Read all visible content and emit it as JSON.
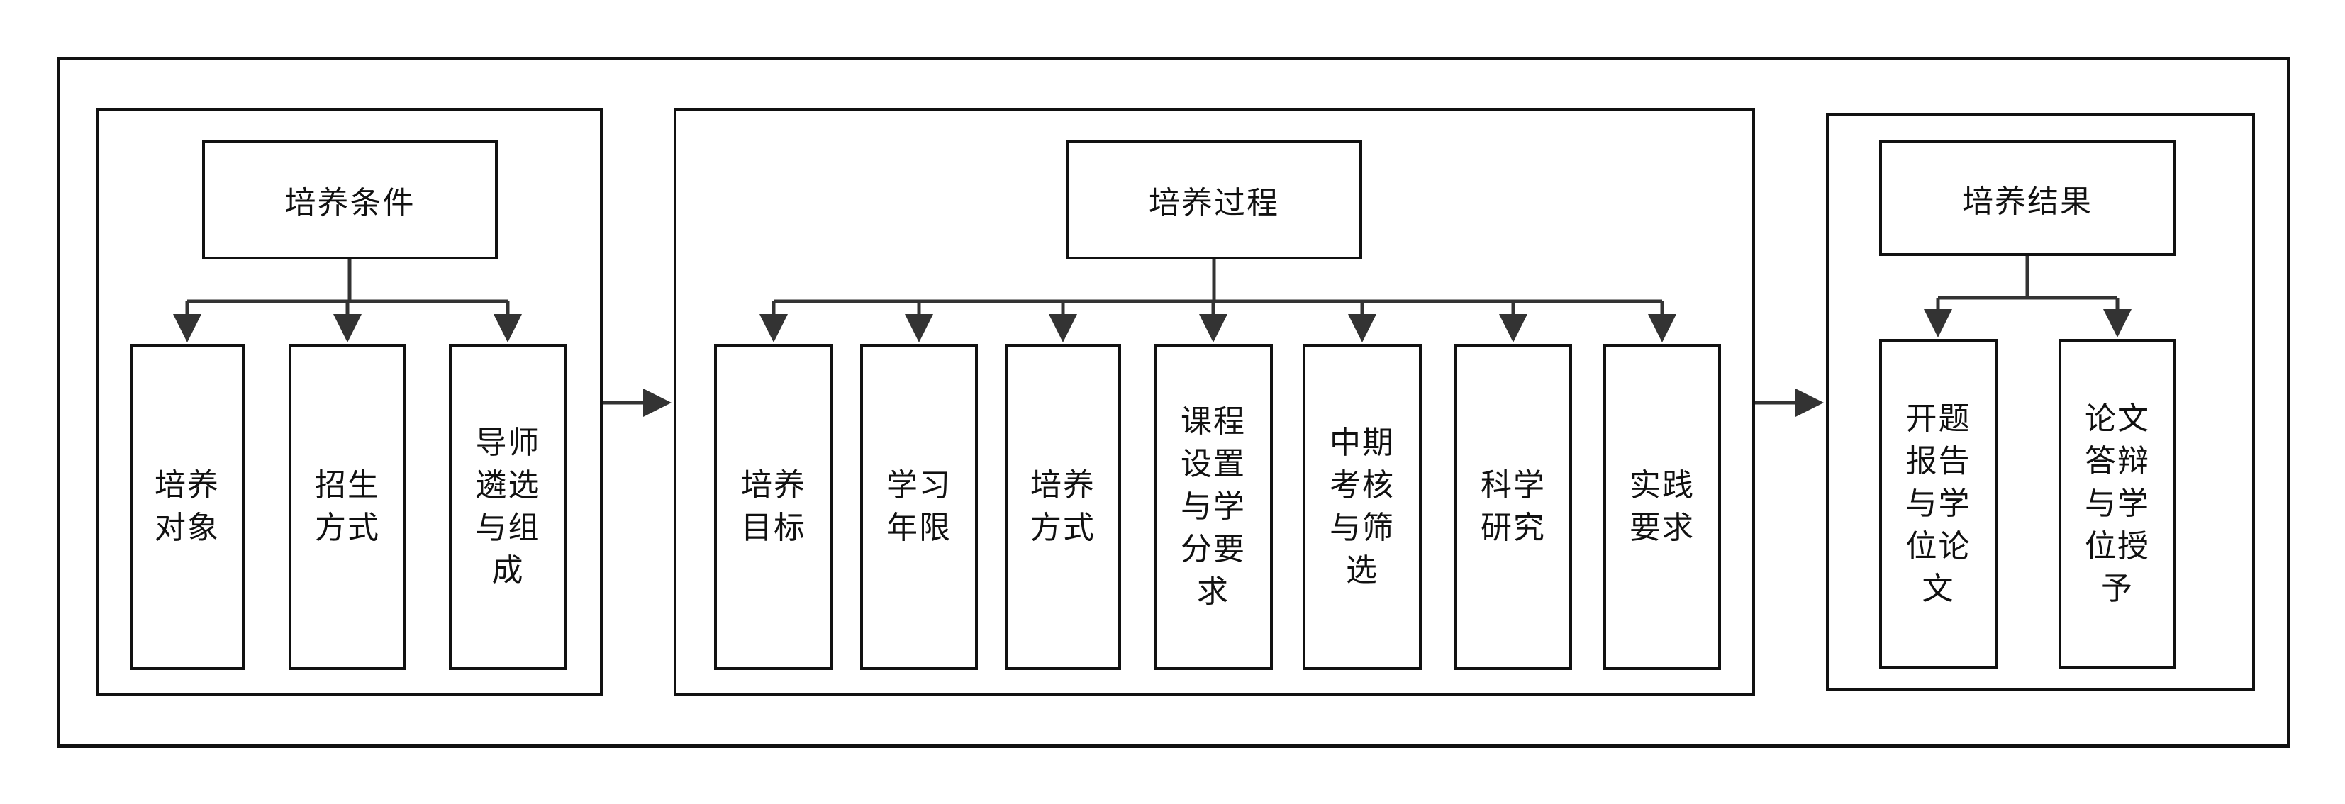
{
  "diagram": {
    "sections": [
      {
        "title": "培养条件",
        "items": [
          "培养\n对象",
          "招生\n方式",
          "导师\n遴选\n与组\n成"
        ]
      },
      {
        "title": "培养过程",
        "items": [
          "培养\n目标",
          "学习\n年限",
          "培养\n方式",
          "课程\n设置\n与学\n分要\n求",
          "中期\n考核\n与筛\n选",
          "科学\n研究",
          "实践\n要求"
        ]
      },
      {
        "title": "培养结果",
        "items": [
          "开题\n报告\n与学\n位论\n文",
          "论文\n答辩\n与学\n位授\n予"
        ]
      }
    ]
  }
}
